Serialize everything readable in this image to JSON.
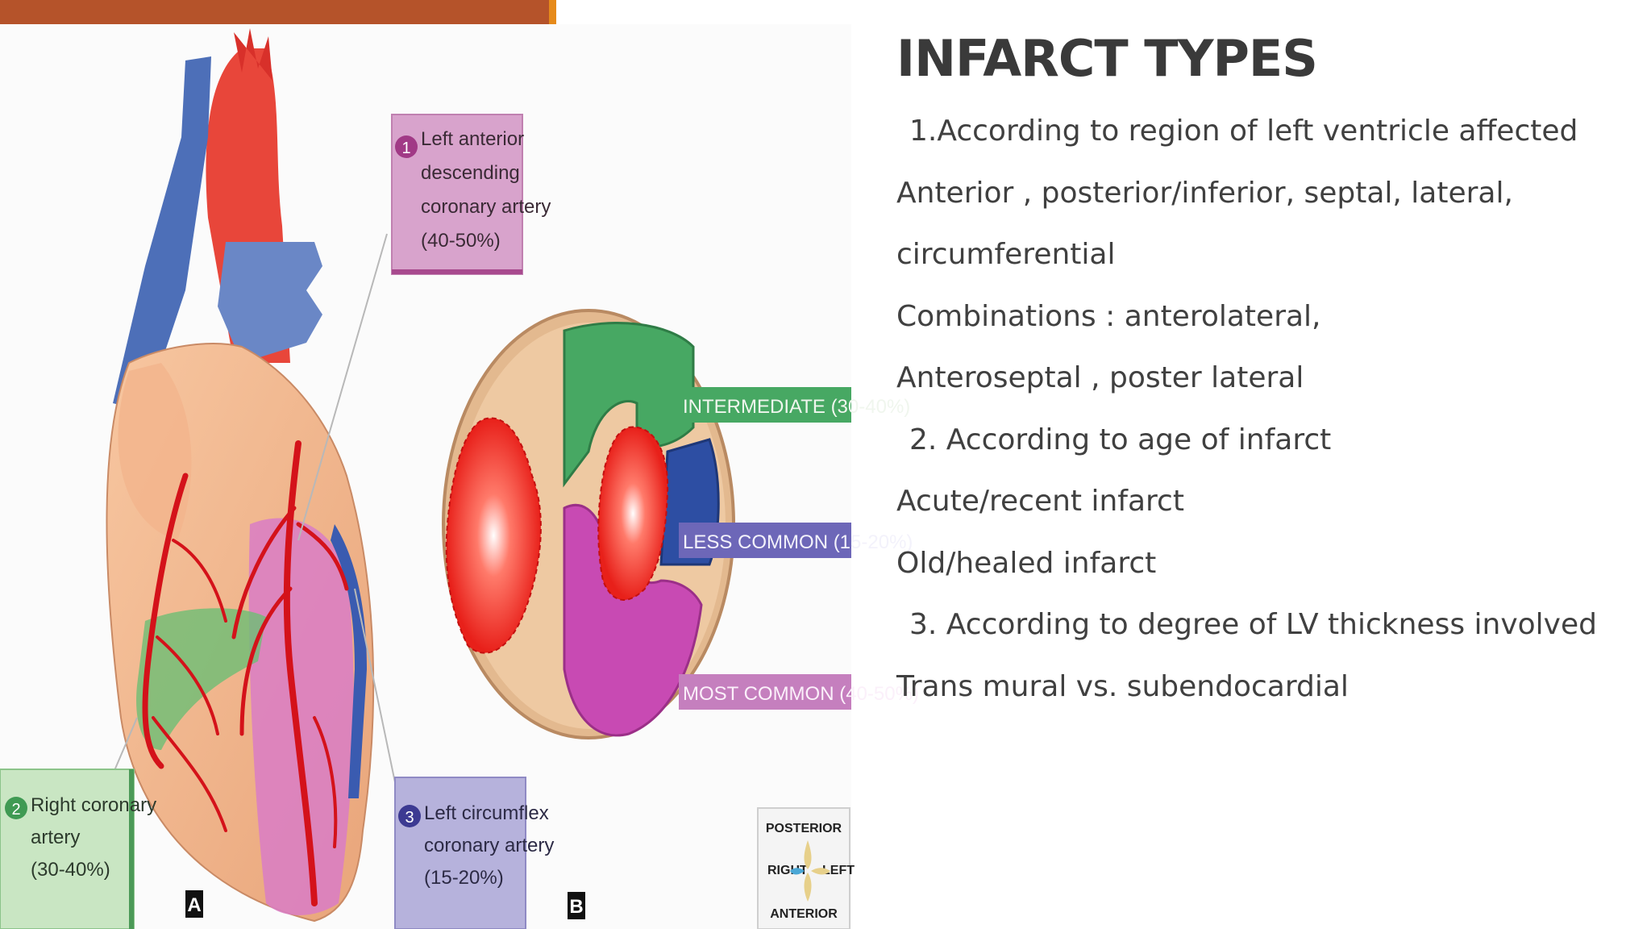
{
  "slide": {
    "title": "INFARCT TYPES",
    "lines": [
      {
        "text": "1.According to region of left ventricle affected",
        "kind": "heading"
      },
      {
        "text": "Anterior , posterior/inferior, septal, lateral,",
        "kind": "item"
      },
      {
        "text": "circumferential",
        "kind": "item"
      },
      {
        "text": "Combinations : anterolateral,",
        "kind": "item"
      },
      {
        "text": "Anteroseptal , poster lateral",
        "kind": "item"
      },
      {
        "text": "2. According to age of infarct",
        "kind": "heading"
      },
      {
        "text": "Acute/recent infarct",
        "kind": "item"
      },
      {
        "text": "Old/healed infarct",
        "kind": "item"
      },
      {
        "text": "3. According to degree of LV thickness involved",
        "kind": "heading"
      },
      {
        "text": "Trans mural vs. subendocardial",
        "kind": "item"
      }
    ]
  },
  "figure": {
    "callout1": {
      "num": "1",
      "lines": [
        "Left anterior",
        "descending",
        "coronary artery",
        "(40-50%)"
      ]
    },
    "callout2": {
      "num": "2",
      "lines": [
        "Right coronary",
        "artery",
        "(30-40%)"
      ]
    },
    "callout3": {
      "num": "3",
      "lines": [
        "Left circumflex",
        "coronary artery",
        "(15-20%)"
      ]
    },
    "panel_a": "A",
    "panel_b": "B",
    "tag_intermediate": "INTERMEDIATE (30-40%)",
    "tag_less": "LESS COMMON (15-20%)",
    "tag_most": "MOST COMMON (40-50%)",
    "compass": {
      "top": "POSTERIOR",
      "left": "RIGHT",
      "right": "LEFT",
      "bottom": "ANTERIOR"
    }
  },
  "colors": {
    "top_bar": "#b5532a",
    "accent": "#e68a1a",
    "text": "#404040",
    "title": "#3a3a3a"
  }
}
